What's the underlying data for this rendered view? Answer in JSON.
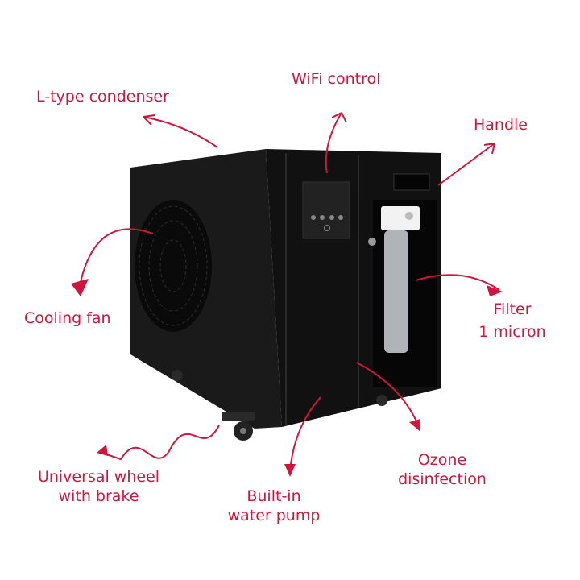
{
  "colors": {
    "accent": "#d2153c",
    "body": "#141414",
    "panel": "#0c0c0c"
  },
  "labels": {
    "condenser": "L-type condenser",
    "wifi": "WiFi control",
    "handle": "Handle",
    "fan": "Cooling fan",
    "filter_1": "Filter",
    "filter_2": "1 micron",
    "wheel_1": "Universal wheel",
    "wheel_2": "with brake",
    "pump_1": "Built-in",
    "pump_2": "water pump",
    "ozone_1": "Ozone",
    "ozone_2": "disinfection"
  }
}
